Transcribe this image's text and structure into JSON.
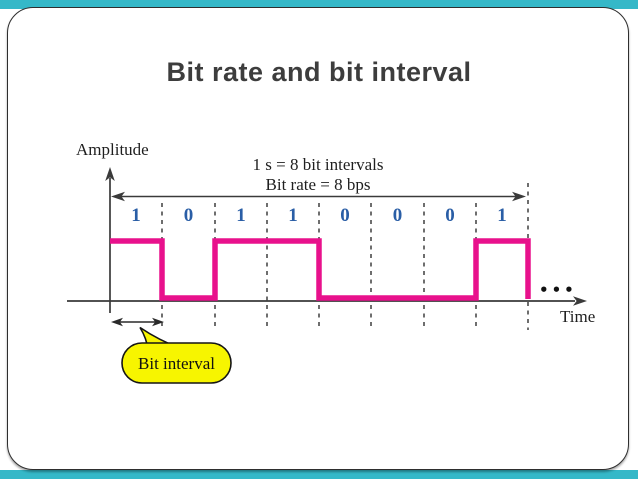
{
  "slide": {
    "title": "Bit rate and bit interval"
  },
  "diagram": {
    "amplitude_label": "Amplitude",
    "time_label": "Time",
    "interval_note": "1 s = 8 bit intervals",
    "bitrate_note": "Bit rate = 8 bps",
    "bits": [
      "1",
      "0",
      "1",
      "1",
      "0",
      "0",
      "0",
      "1"
    ],
    "callout_label": "Bit interval",
    "continuation_dots": "•••"
  },
  "theme": {
    "accent_bar": "#35b8c8",
    "waveform": "#e8118c",
    "bit_digit": "#2a5ea6",
    "callout_fill": "#f7f500",
    "title_color": "#3d3d3d"
  }
}
